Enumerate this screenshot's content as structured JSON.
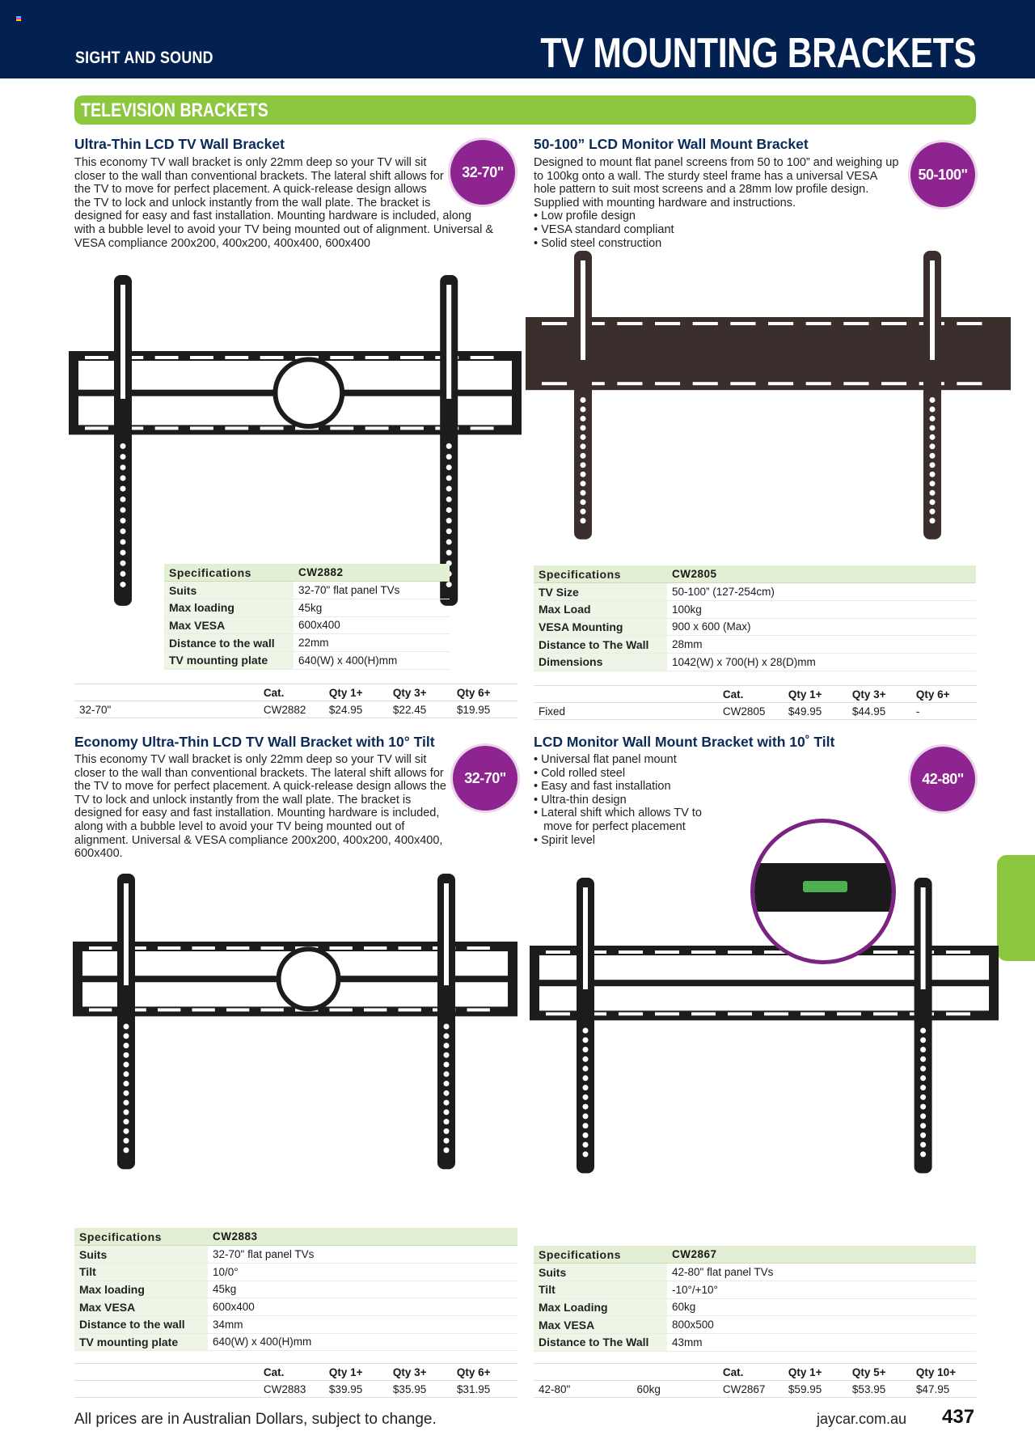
{
  "header": {
    "section": "SIGHT AND SOUND",
    "title": "TV MOUNTING BRACKETS",
    "navy": "#022050"
  },
  "category": {
    "label": "TELEVISION BRACKETS",
    "color": "#8dc63f"
  },
  "badge_color": "#8e2490",
  "products": [
    {
      "title": "Ultra-Thin LCD TV Wall Bracket",
      "badge": "32-70\"",
      "description": "This economy TV wall bracket is only 22mm deep so your TV will sit closer to the wall than conventional brackets. The lateral shift allows for the TV to move for perfect placement. A quick-release design allows the TV to lock and unlock instantly from the wall plate. The bracket is designed for easy and fast installation. Mounting hardware is included, along with a bubble level to avoid your TV being mounted out of alignment. Universal & VESA compliance 200x200, 400x200, 400x400, 600x400",
      "bullets": [],
      "specs": [
        [
          "Specifications",
          "CW2882"
        ],
        [
          "Suits",
          "32-70\" flat panel TVs"
        ],
        [
          "Max loading",
          "45kg"
        ],
        [
          "Max VESA",
          "600x400"
        ],
        [
          "Distance to the wall",
          "22mm"
        ],
        [
          "TV mounting plate",
          "640(W) x 400(H)mm"
        ]
      ],
      "price_header": [
        "",
        "",
        "Cat.",
        "Qty 1+",
        "Qty 3+",
        "Qty 6+"
      ],
      "price_row": [
        "32-70\"",
        "",
        "CW2882",
        "$24.95",
        "$22.45",
        "$19.95"
      ]
    },
    {
      "title": "50-100” LCD Monitor Wall Mount Bracket",
      "badge": "50-100\"",
      "description": "Designed to mount flat panel screens from 50 to 100” and weighing up to 100kg onto a wall. The sturdy steel frame has a universal VESA hole pattern to suit most screens and a 28mm low profile design. Supplied with mounting hardware and instructions.",
      "bullets": [
        "• Low profile design",
        "• VESA standard compliant",
        "• Solid steel construction"
      ],
      "specs": [
        [
          "Specifications",
          "CW2805"
        ],
        [
          "TV Size",
          "50-100” (127-254cm)"
        ],
        [
          "Max Load",
          "100kg"
        ],
        [
          "VESA Mounting",
          "900 x 600 (Max)"
        ],
        [
          "Distance to The Wall",
          "28mm"
        ],
        [
          "Dimensions",
          "1042(W) x 700(H) x 28(D)mm"
        ]
      ],
      "price_header": [
        "",
        "",
        "Cat.",
        "Qty 1+",
        "Qty 3+",
        "Qty 6+"
      ],
      "price_row": [
        "Fixed",
        "",
        "CW2805",
        "$49.95",
        "$44.95",
        "-"
      ]
    },
    {
      "title": "Economy Ultra-Thin LCD TV Wall Bracket with 10° Tilt",
      "badge": "32-70\"",
      "description": "This economy TV wall bracket is only 22mm deep so your TV will sit closer to the wall than conventional brackets. The lateral shift allows for the TV to move for perfect placement. A quick-release design allows the TV to lock and unlock instantly from the wall plate. The bracket is designed for easy and fast installation. Mounting hardware is included, along with a bubble level to avoid your TV being mounted out of alignment. Universal & VESA compliance 200x200, 400x200, 400x400, 600x400.",
      "bullets": [],
      "specs": [
        [
          "Specifications",
          "CW2883"
        ],
        [
          "Suits",
          "32-70\" flat panel TVs"
        ],
        [
          "Tilt",
          "10/0°"
        ],
        [
          "Max loading",
          "45kg"
        ],
        [
          "Max VESA",
          "600x400"
        ],
        [
          "Distance to the wall",
          "34mm"
        ],
        [
          "TV mounting plate",
          "640(W) x 400(H)mm"
        ]
      ],
      "price_header": [
        "",
        "",
        "Cat.",
        "Qty 1+",
        "Qty 3+",
        "Qty 6+"
      ],
      "price_row": [
        "",
        "",
        "CW2883",
        "$39.95",
        "$35.95",
        "$31.95"
      ]
    },
    {
      "title": "LCD Monitor Wall Mount Bracket with 10˚ Tilt",
      "badge": "42-80\"",
      "description": "",
      "bullets": [
        "• Universal flat panel mount",
        "• Cold rolled steel",
        "• Easy and fast installation",
        "• Ultra-thin design",
        "• Lateral shift which allows TV to",
        "   move for perfect placement",
        "• Spirit level"
      ],
      "specs": [
        [
          "Specifications",
          "CW2867"
        ],
        [
          "Suits",
          "42-80\" flat panel TVs"
        ],
        [
          "Tilt",
          "-10°/+10°"
        ],
        [
          "Max Loading",
          "60kg"
        ],
        [
          "Max VESA",
          "800x500"
        ],
        [
          "Distance to The Wall",
          "43mm"
        ]
      ],
      "price_header": [
        "",
        "",
        "Cat.",
        "Qty 1+",
        "Qty 5+",
        "Qty 10+"
      ],
      "price_row": [
        "42-80\"",
        "60kg",
        "CW2867",
        "$59.95",
        "$53.95",
        "$47.95"
      ]
    }
  ],
  "footer": {
    "note": "All prices are in Australian Dollars, subject to change.",
    "url": "jaycar.com.au",
    "page": "437"
  }
}
